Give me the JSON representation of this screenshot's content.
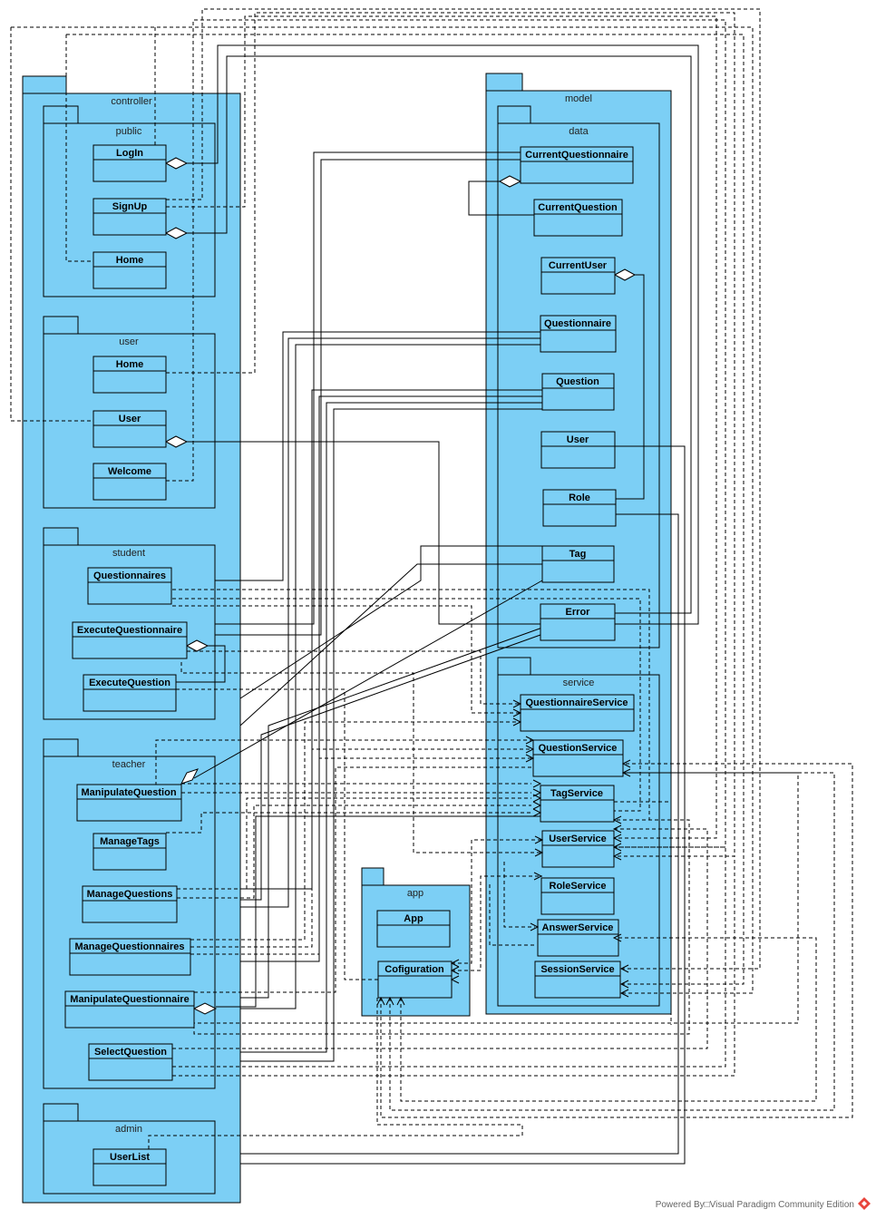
{
  "packages": {
    "controller": "controller",
    "public": "public",
    "user": "user",
    "student": "student",
    "teacher": "teacher",
    "admin": "admin",
    "model": "model",
    "data": "data",
    "service": "service",
    "app": "app"
  },
  "classes": {
    "login": "LogIn",
    "signup": "SignUp",
    "home_public": "Home",
    "home_user": "Home",
    "user_ctrl": "User",
    "welcome": "Welcome",
    "questionnaires": "Questionnaires",
    "execute_questionnaire": "ExecuteQuestionnaire",
    "execute_question": "ExecuteQuestion",
    "manipulate_question": "ManipulateQuestion",
    "manage_tags": "ManageTags",
    "manage_questions": "ManageQuestions",
    "manage_questionnaires": "ManageQuestionnaires",
    "manipulate_questionnaire": "ManipulateQuestionnaire",
    "select_question": "SelectQuestion",
    "user_list": "UserList",
    "current_questionnaire": "CurrentQuestionnaire",
    "current_question": "CurrentQuestion",
    "current_user": "CurrentUser",
    "questionnaire": "Questionnaire",
    "question": "Question",
    "user_model": "User",
    "role": "Role",
    "tag": "Tag",
    "error": "Error",
    "questionnaire_service": "QuestionnaireService",
    "question_service": "QuestionService",
    "tag_service": "TagService",
    "user_service": "UserService",
    "role_service": "RoleService",
    "answer_service": "AnswerService",
    "session_service": "SessionService",
    "app": "App",
    "configuration": "Cofiguration"
  },
  "footer": {
    "text": "Powered By□Visual Paradigm Community Edition",
    "brand_icon": "visual-paradigm-logo-icon",
    "brand_color": "#e8453c"
  },
  "colors": {
    "package_fill": "#7ccff5",
    "class_fill": "#7ccff5"
  }
}
